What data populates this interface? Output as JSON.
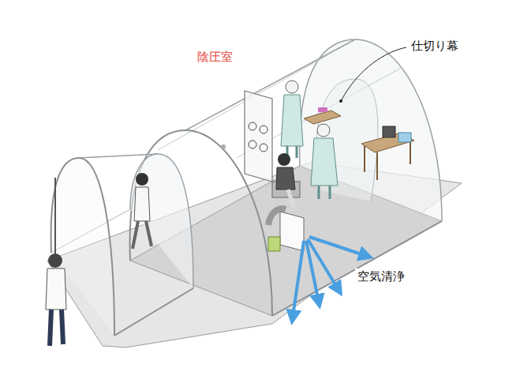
{
  "diagram": {
    "labels": [
      "陰圧室",
      "仕切り幕",
      "空気清浄"
    ]
  }
}
